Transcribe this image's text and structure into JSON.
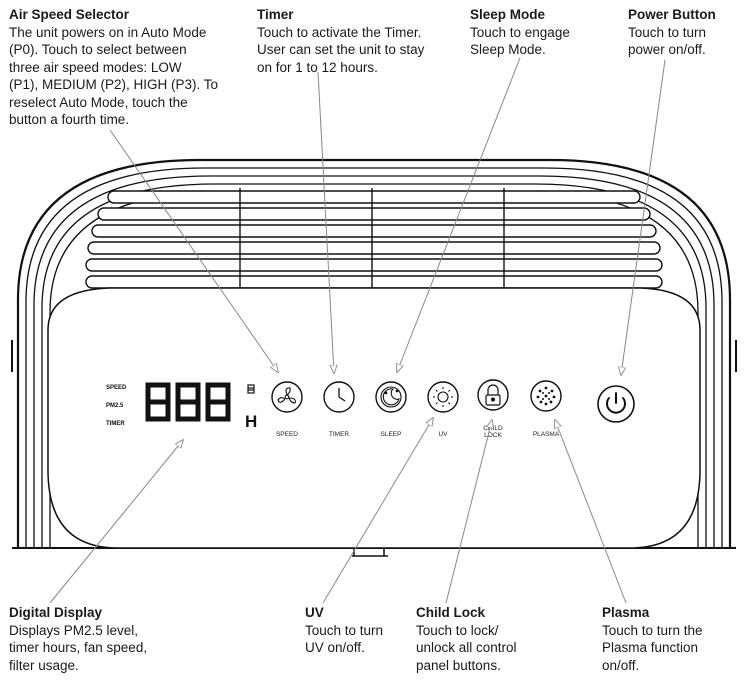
{
  "callouts": {
    "speed": {
      "title": "Air Speed Selector",
      "text": "The unit powers on in Auto Mode\n(P0). Touch to select between\nthree air speed modes: LOW\n(P1), MEDIUM (P2), HIGH (P3). To\nreselect Auto Mode, touch the\nbutton a fourth time."
    },
    "timer": {
      "title": "Timer",
      "text": "Touch to activate the Timer.\nUser can set the unit to stay\non for 1 to 12 hours."
    },
    "sleep": {
      "title": "Sleep Mode",
      "text": "Touch to engage\nSleep Mode."
    },
    "power": {
      "title": "Power Button",
      "text": "Touch to turn\npower on/off."
    },
    "display": {
      "title": "Digital Display",
      "text": "Displays PM2.5 level,\ntimer hours, fan speed,\nfilter usage."
    },
    "uv": {
      "title": "UV",
      "text": "Touch to turn\nUV on/off."
    },
    "lock": {
      "title": "Child Lock",
      "text": "Touch to lock/\nunlock all control\npanel buttons."
    },
    "plasma": {
      "title": "Plasma",
      "text": "Touch to turn the\nPlasma function\non/off."
    }
  },
  "panel": {
    "display_labels": [
      "SPEED",
      "PM2.5",
      "TIMER"
    ],
    "digits": "888",
    "unit_letter": "H",
    "buttons": [
      {
        "label": "SPEED",
        "icon": "fan-icon"
      },
      {
        "label": "TIMER",
        "icon": "clock-icon"
      },
      {
        "label": "SLEEP",
        "icon": "moon-icon"
      },
      {
        "label": "UV",
        "icon": "sun-icon"
      },
      {
        "label": "CHILD\nLOCK",
        "icon": "padlock-icon"
      },
      {
        "label": "PLASMA",
        "icon": "dots-icon"
      }
    ],
    "power_icon": "power-icon"
  }
}
